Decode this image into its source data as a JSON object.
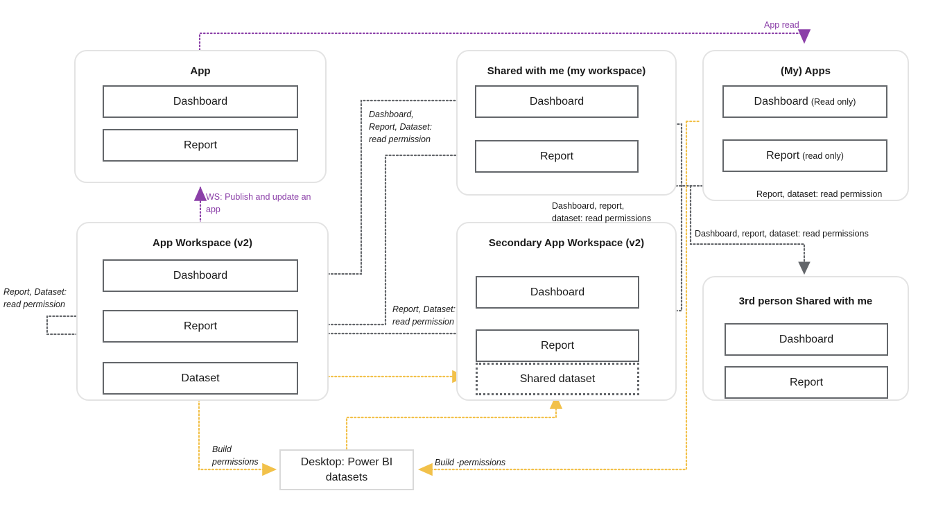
{
  "diagram": {
    "title": "Power BI sharing and permissions diagram",
    "colors": {
      "purple": "#8b3fa8",
      "yellow": "#f2c14a",
      "gray_line": "#63666a",
      "group_border": "#e3e3e3"
    }
  },
  "groups": {
    "app": {
      "title": "App",
      "items": [
        {
          "label": "Dashboard",
          "sub": ""
        },
        {
          "label": "Report",
          "sub": ""
        }
      ]
    },
    "shared_with_me": {
      "title": "Shared with me (my workspace)",
      "items": [
        {
          "label": "Dashboard",
          "sub": ""
        },
        {
          "label": "Report",
          "sub": ""
        }
      ]
    },
    "my_apps": {
      "title": "(My) Apps",
      "items": [
        {
          "label": "Dashboard",
          "sub": "(Read only)"
        },
        {
          "label": "Report",
          "sub": "(read only)"
        }
      ]
    },
    "app_workspace": {
      "title": "App Workspace (v2)",
      "items": [
        {
          "label": "Dashboard",
          "sub": ""
        },
        {
          "label": "Report",
          "sub": ""
        },
        {
          "label": "Dataset",
          "sub": ""
        }
      ]
    },
    "secondary_app_workspace": {
      "title": "Secondary App Workspace (v2)",
      "items": [
        {
          "label": "Dashboard",
          "sub": ""
        },
        {
          "label": "Report",
          "sub": ""
        },
        {
          "label": "Shared dataset",
          "sub": ""
        }
      ]
    },
    "third_person": {
      "title": "3rd person Shared with me",
      "items": [
        {
          "label": "Dashboard",
          "sub": ""
        },
        {
          "label": "Report",
          "sub": ""
        }
      ]
    },
    "desktop": {
      "label": "Desktop: Power BI datasets"
    }
  },
  "labels": {
    "app_read": "App read",
    "ws_publish": "WS: Publish and update an app",
    "dashboard_report_dataset_read": "Dashboard,\nReport, Dataset:\nread permission",
    "report_dataset_read_left": "Report, Dataset:\nread permission",
    "report_dataset_read_mid": "Report, Dataset:\nread permission",
    "dashboard_report_dataset_reads_a": "Dashboard, report,\ndataset: read permissions",
    "dashboard_report_dataset_reads_b": "Dashboard, report, dataset: read permissions",
    "report_dataset_read_permission": "Report, dataset: read permission",
    "build_permissions": "Build\npermissions",
    "build_permissions_2": "Build -permissions"
  }
}
